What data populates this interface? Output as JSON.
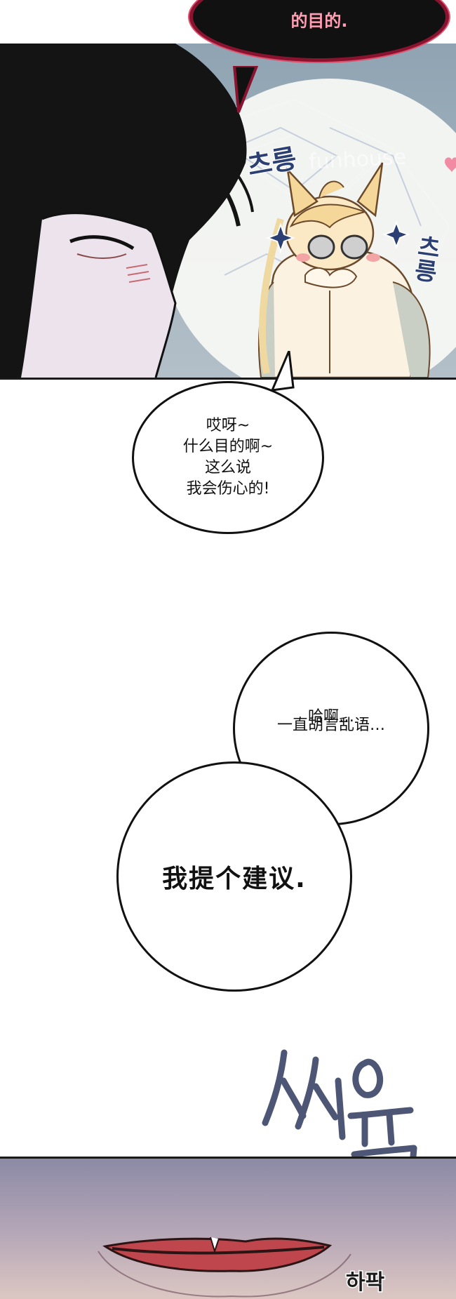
{
  "panel_top": {
    "speech_top": "的目的.",
    "sfx_left": "츠릉",
    "sfx_right": "츠릉",
    "watermark": "funhouse"
  },
  "bubbles": {
    "b1": [
      "哎呀~",
      "什么目的啊~",
      "这么说",
      "我会伤心的!"
    ],
    "b2": [
      "哈啊…",
      "一直胡言乱语…"
    ],
    "b3": "我提个建议."
  },
  "sfx_big": "쓰윽",
  "panel_bottom": {
    "sfx_small": "하팍"
  },
  "colors": {
    "bubble_top_fill": "#111111",
    "bubble_top_border": "#8a1430",
    "bubble_top_text": "#ff9fb4",
    "sfx_blue": "#2b3f73",
    "sfx_big": "#4d5775"
  }
}
